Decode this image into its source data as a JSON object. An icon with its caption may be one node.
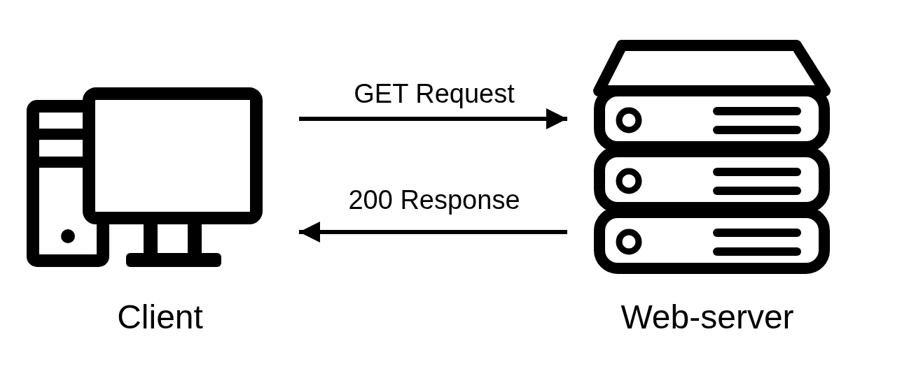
{
  "diagram": {
    "nodes": [
      {
        "text": [
          "Client"
        ]
      },
      {
        "text": [
          "Web-server"
        ]
      }
    ],
    "edges": [
      {
        "from": 0,
        "to": 1,
        "arrow": "to",
        "label": "GET Request"
      },
      {
        "from": 1,
        "to": 0,
        "arrow": "to",
        "label": "200 Response"
      }
    ]
  }
}
